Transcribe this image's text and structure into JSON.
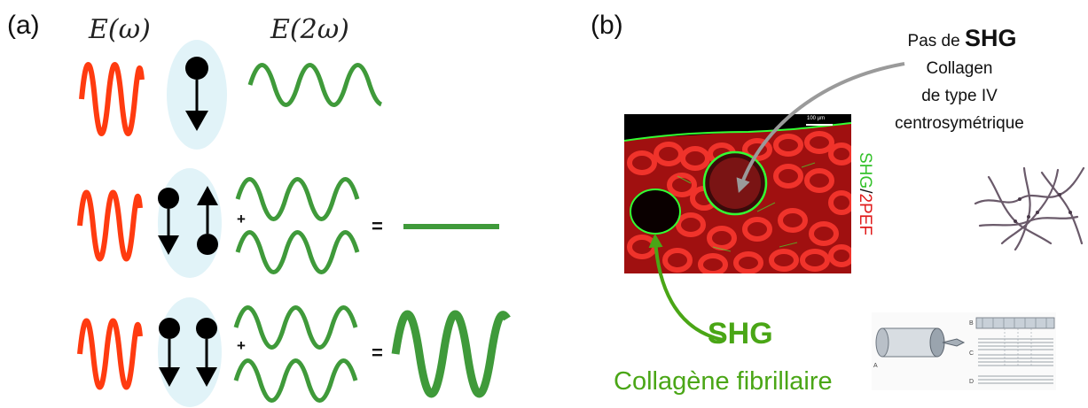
{
  "panel_a": {
    "label": "(a)",
    "field_omega": "E(ω)",
    "field_2omega": "E(2ω)",
    "plus": "+",
    "equals": "=",
    "colors": {
      "fundamental": "#ff3b10",
      "harmonic": "#3f9a3a",
      "dipole_bg": "#e1f3f8"
    }
  },
  "panel_b": {
    "label": "(b)",
    "callout_top": {
      "line1_prefix": "Pas de ",
      "line1_bold": "SHG",
      "line2": "Collagen",
      "line3": "de type IV",
      "line4": "centrosymétrique"
    },
    "vertical_label": {
      "part1": "SHG",
      "separator": "/",
      "part2": "2PEF"
    },
    "scale_bar": "100 µm",
    "callout_bottom": {
      "title": "SHG",
      "subtitle": "Collagène fibrillaire"
    },
    "fibril_diagram_letters": [
      "A",
      "B",
      "C",
      "D"
    ],
    "colors": {
      "shg": "#4aa616",
      "pef": "#d81e1e",
      "arrow_gray": "#9a9a9a"
    }
  }
}
